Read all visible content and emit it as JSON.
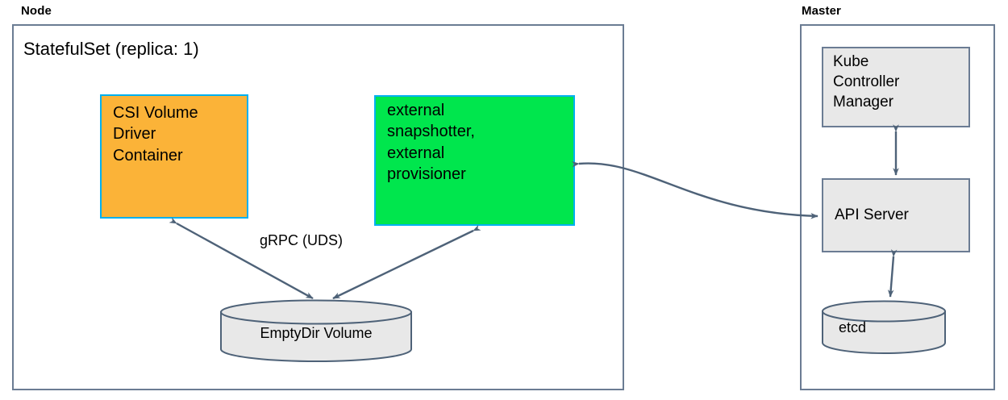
{
  "diagram": {
    "title_node": "Node",
    "title_master": "Master",
    "statefulset": "StatefulSet (replica: 1)",
    "edge_labels": {
      "grpc": "gRPC (UDS)"
    },
    "colors": {
      "orange_fill": "#FBB338",
      "green_fill": "#00E64D",
      "cyan_border": "#00B0F0",
      "gray_fill": "#E8E8E8",
      "gray_border": "#6B7C93",
      "arrow": "#4E6278",
      "container_border": "#6B7C93",
      "text": "#000000"
    },
    "nodes": {
      "csi_driver": {
        "lines": [
          "CSI Volume",
          "Driver",
          "Container"
        ]
      },
      "external_sidecars": {
        "lines": [
          "external",
          "snapshotter,",
          "external",
          "provisioner"
        ]
      },
      "emptydir": {
        "label": "EmptyDir Volume"
      },
      "kube_controller_manager": {
        "lines": [
          "Kube",
          "Controller",
          "Manager"
        ]
      },
      "api_server": {
        "lines": [
          "API Server"
        ]
      },
      "etcd": {
        "label": "etcd"
      }
    },
    "edges": [
      {
        "name": "csi-driver-to-emptydir",
        "from": "csi_driver",
        "to": "emptydir",
        "arrows": "both",
        "label": "gRPC (UDS)"
      },
      {
        "name": "sidecars-to-emptydir",
        "from": "external_sidecars",
        "to": "emptydir",
        "arrows": "both",
        "label": ""
      },
      {
        "name": "sidecars-to-api-server",
        "from": "external_sidecars",
        "to": "api_server",
        "arrows": "both",
        "label": ""
      },
      {
        "name": "kube-controller-manager-to-api-server",
        "from": "kube_controller_manager",
        "to": "api_server",
        "arrows": "both",
        "label": ""
      },
      {
        "name": "api-server-to-etcd",
        "from": "api_server",
        "to": "etcd",
        "arrows": "both",
        "label": ""
      }
    ]
  }
}
